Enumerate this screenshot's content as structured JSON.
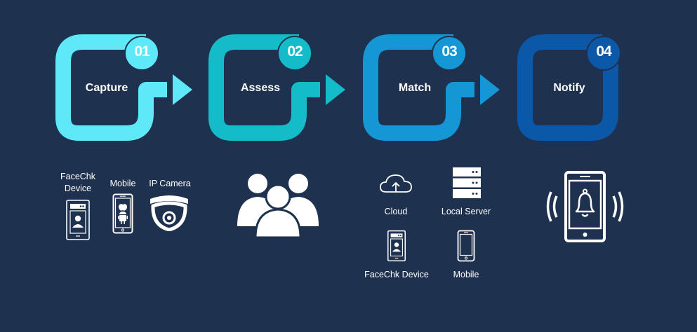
{
  "steps": [
    {
      "number": "01",
      "label": "Capture",
      "color": "#5ee8f8"
    },
    {
      "number": "02",
      "label": "Assess",
      "color": "#13bcc8"
    },
    {
      "number": "03",
      "label": "Match",
      "color": "#1597d6"
    },
    {
      "number": "04",
      "label": "Notify",
      "color": "#0b57a8"
    }
  ],
  "capture_devices": [
    {
      "label": "FaceChk Device",
      "icon": "facechk-device-icon"
    },
    {
      "label": "Mobile",
      "icon": "mobile-icon"
    },
    {
      "label": "IP Camera",
      "icon": "ip-camera-icon"
    }
  ],
  "assess_icon": "people-group-icon",
  "match_targets": [
    {
      "label": "Cloud",
      "icon": "cloud-upload-icon"
    },
    {
      "label": "Local Server",
      "icon": "server-icon"
    },
    {
      "label": "FaceChk Device",
      "icon": "facechk-device-icon"
    },
    {
      "label": "Mobile",
      "icon": "mobile-icon"
    }
  ],
  "notify_icon": "phone-bell-alert-icon",
  "background_color": "#1e314f"
}
